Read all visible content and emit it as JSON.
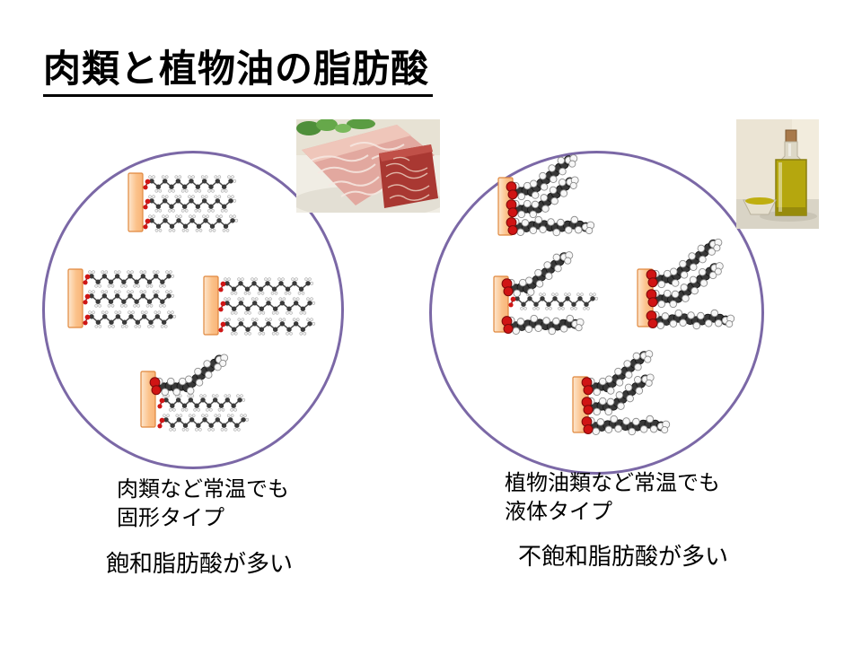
{
  "title": "肉類と植物油の脂肪酸",
  "left": {
    "caption_line1": "肉類など常温でも",
    "caption_line2": "固形タイプ",
    "summary": "飽和脂肪酸が多い",
    "photo": "marbled-beef-meat-photo"
  },
  "right": {
    "caption_line1": "植物油類など常温でも",
    "caption_line2": "液体タイプ",
    "summary": "不飽和脂肪酸が多い",
    "photo": "olive-oil-bottle-photo"
  },
  "colors": {
    "circle_stroke": "#7b68a6",
    "glycerol_fill_light": "#fde7cf",
    "glycerol_fill_dark": "#f9b478",
    "glycerol_border": "#e0883e",
    "oxygen_red": "#cf1616",
    "carbon_dark": "#3a3a3a",
    "hydrogen_white": "#efefef"
  }
}
